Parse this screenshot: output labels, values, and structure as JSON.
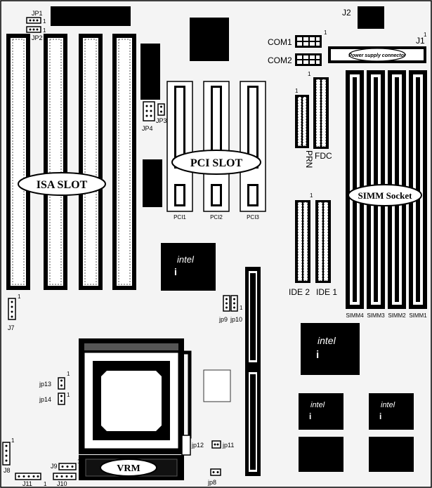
{
  "slot_labels": {
    "isa": "ISA SLOT",
    "pci": "PCI SLOT",
    "simm": "SIMM Socket",
    "vrm": "VRM"
  },
  "pci_slots": [
    "PCI1",
    "PCI2",
    "PCI3"
  ],
  "simm_slots": [
    "SIMM4",
    "SIMM3",
    "SIMM2",
    "SIMM1"
  ],
  "connectors": {
    "j1": "J1",
    "j2": "J2",
    "com1": "COM1",
    "com2": "COM2",
    "power": "Power supply connector",
    "fdc": "FDC",
    "prn": "PRN",
    "ide2": "IDE 2",
    "ide1": "IDE 1"
  },
  "jumpers": {
    "jp1": "JP1",
    "jp2": "JP2",
    "jp3": "JP3",
    "jp4": "JP4",
    "j7": "J7",
    "j8": "J8",
    "j9": "J9",
    "j10": "J10",
    "j11": "J11",
    "jp8": "jp8",
    "jp9": "jp9",
    "jp10": "jp10",
    "jp11": "jp11",
    "jp12": "jp12",
    "jp13": "jp13",
    "jp14": "jp14"
  },
  "pin_marker": "1",
  "chip_brand": "intel",
  "chip_letter": "i",
  "colors": {
    "board_bg": "#f4f4f4",
    "ink": "#000000",
    "slot_fill": "#ffffff"
  }
}
